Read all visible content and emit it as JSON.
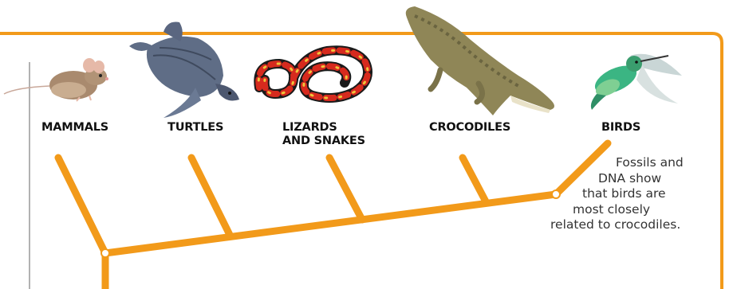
{
  "colors": {
    "branch": "#f29a1a",
    "frame": "#f29a1a",
    "text": "#111111"
  },
  "groups": [
    {
      "label": "MAMMALS",
      "icon": "mouse-icon"
    },
    {
      "label": "TURTLES",
      "icon": "turtle-icon"
    },
    {
      "label": "LIZARDS",
      "label2": "AND SNAKES",
      "icon": "snake-icon"
    },
    {
      "label": "CROCODILES",
      "icon": "crocodile-icon"
    },
    {
      "label": "BIRDS",
      "icon": "hummingbird-icon"
    }
  ],
  "note": {
    "lines": [
      "Fossils and",
      "DNA show",
      "that birds are",
      "most closely",
      "related to crocodiles."
    ]
  }
}
